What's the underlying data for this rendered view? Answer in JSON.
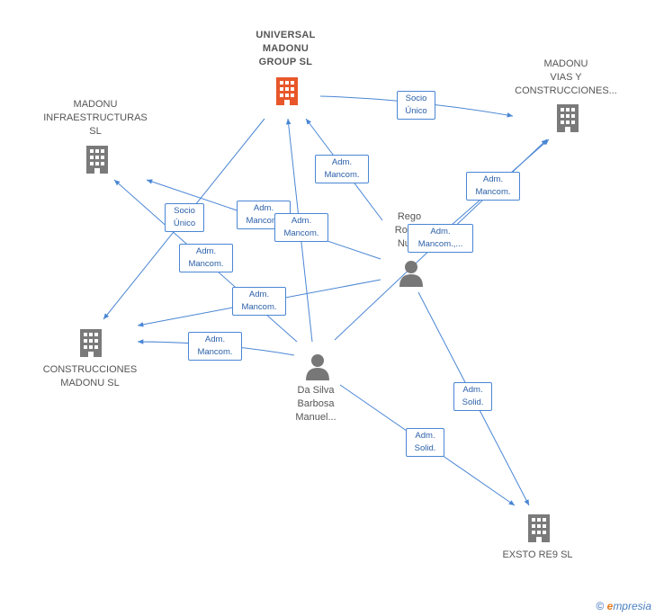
{
  "colors": {
    "edge": "#4a86d4",
    "company_icon": "#7a7a7a",
    "main_company_icon": "#e8572a",
    "person_icon": "#777777",
    "label_text": "#555555"
  },
  "nodes": {
    "universal": {
      "lines": [
        "UNIVERSAL",
        "MADONU",
        "GROUP  SL"
      ],
      "icon": "building-icon-highlight"
    },
    "vias": {
      "lines": [
        "MADONU",
        "VIAS Y",
        "CONSTRUCCIONES..."
      ],
      "icon": "building-icon"
    },
    "infra": {
      "lines": [
        "MADONU",
        "INFRAESTRUCTURAS",
        "SL"
      ],
      "icon": "building-icon"
    },
    "construcciones": {
      "lines": [
        "CONSTRUCCIONES",
        "MADONU  SL"
      ],
      "icon": "building-icon"
    },
    "exsto": {
      "lines": [
        "EXSTO RE9  SL"
      ],
      "icon": "building-icon"
    },
    "rego": {
      "lines": [
        "Rego",
        "Rodr...",
        "Nuno"
      ],
      "icon": "person-icon"
    },
    "dasilva": {
      "lines": [
        "Da Silva",
        "Barbosa",
        "Manuel..."
      ],
      "icon": "person-icon"
    }
  },
  "edge_labels": [
    {
      "id": "e1",
      "lines": [
        "Socio",
        "Único"
      ]
    },
    {
      "id": "e2",
      "lines": [
        "Adm.",
        "Mancom."
      ]
    },
    {
      "id": "e3",
      "lines": [
        "Adm.",
        "Mancom."
      ]
    },
    {
      "id": "e4",
      "lines": [
        "Socio",
        "Único"
      ]
    },
    {
      "id": "e5",
      "lines": [
        "Adm.",
        "Mancom."
      ]
    },
    {
      "id": "e6",
      "lines": [
        "Adm.",
        "Mancom."
      ]
    },
    {
      "id": "e7",
      "lines": [
        "Adm.",
        "Mancom.,..."
      ]
    },
    {
      "id": "e8",
      "lines": [
        "Adm.",
        "Mancom."
      ]
    },
    {
      "id": "e9",
      "lines": [
        "Adm.",
        "Mancom."
      ]
    },
    {
      "id": "e10",
      "lines": [
        "Adm.",
        "Mancom."
      ]
    },
    {
      "id": "e11",
      "lines": [
        "Adm.",
        "Solid."
      ]
    },
    {
      "id": "e12",
      "lines": [
        "Adm.",
        "Solid."
      ]
    }
  ],
  "footer": {
    "copyright": "©",
    "brand_initial": "e",
    "brand_rest": "mpresia"
  }
}
